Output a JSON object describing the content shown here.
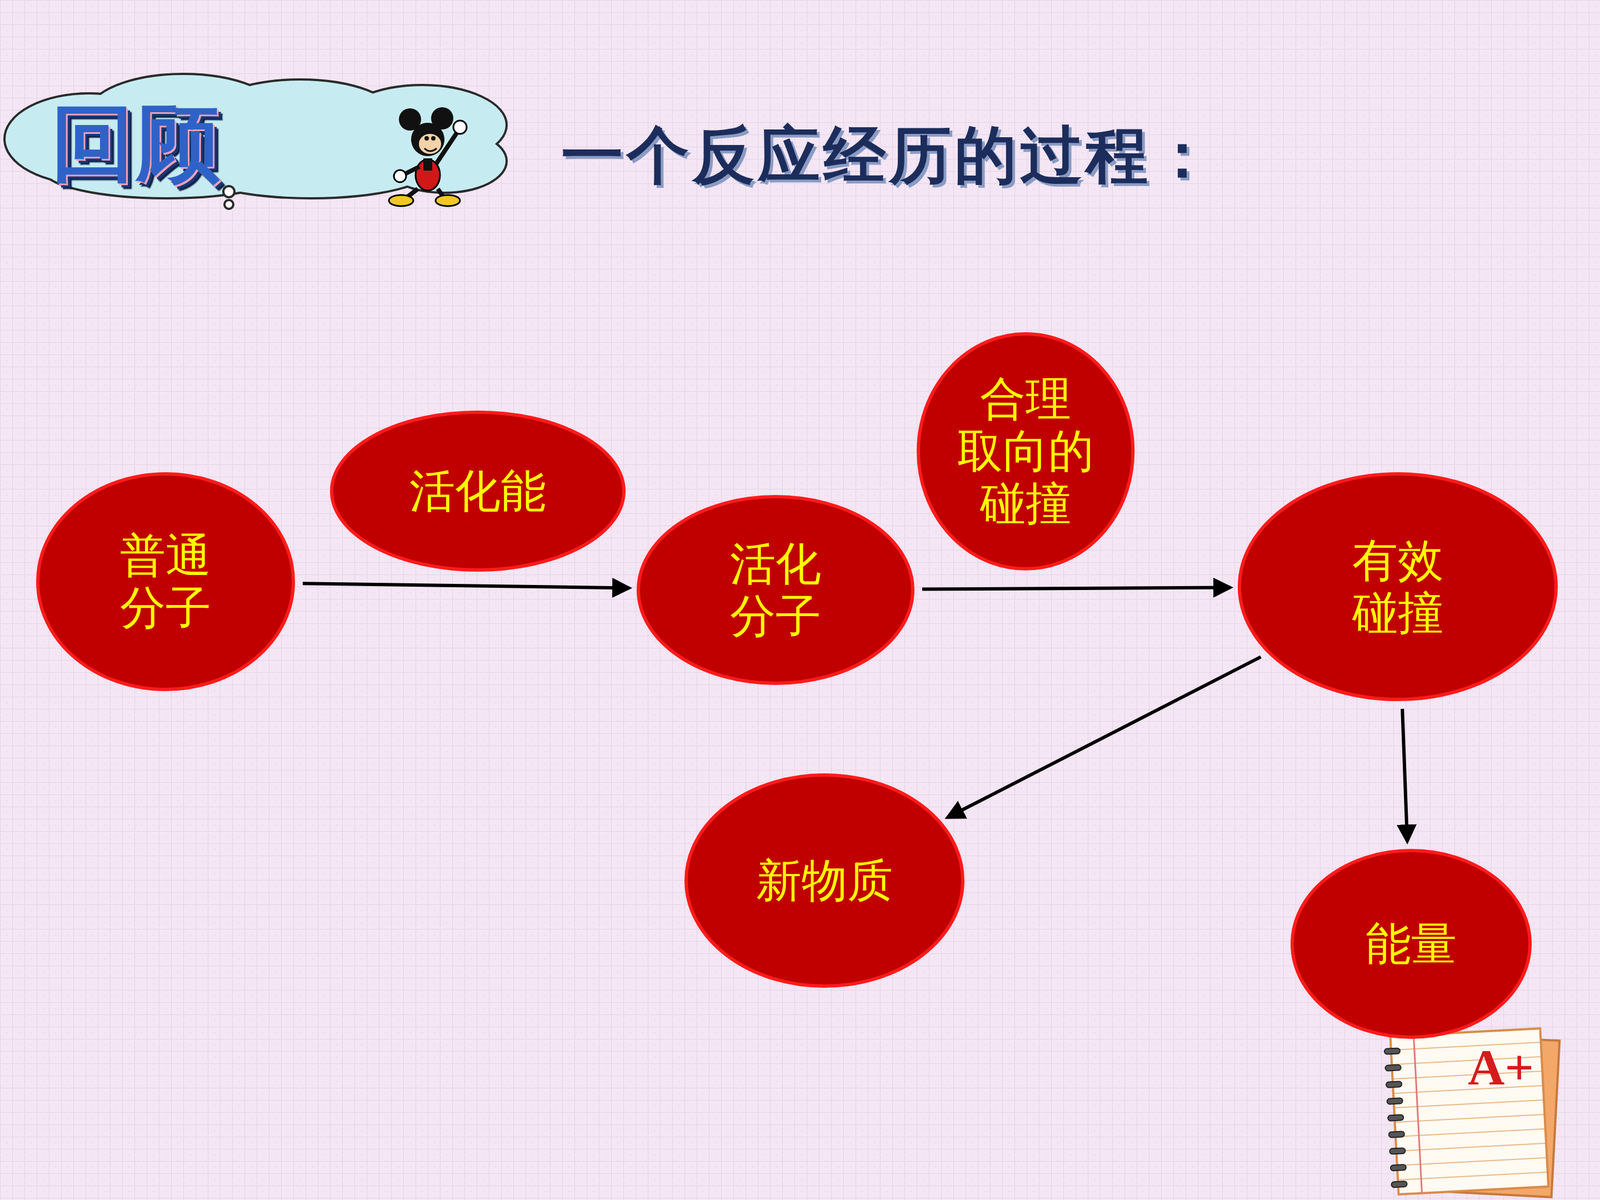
{
  "diagram": {
    "title": "一个反应经历的过程：",
    "nodes": [
      {
        "text": [
          "普通 分子"
        ]
      },
      {
        "text": [
          "活化能"
        ]
      },
      {
        "text": [
          "活化 分子"
        ]
      },
      {
        "text": [
          "合理 取向的 碰撞"
        ]
      },
      {
        "text": [
          "有效 碰撞"
        ]
      },
      {
        "text": [
          "新物质"
        ]
      },
      {
        "text": [
          "能量"
        ]
      }
    ],
    "edges": [
      {
        "from": 0,
        "to": 2,
        "arrow": "to"
      },
      {
        "from": 2,
        "to": 4,
        "arrow": "to"
      },
      {
        "from": 4,
        "to": 5,
        "arrow": "to"
      },
      {
        "from": 4,
        "to": 6,
        "arrow": "to"
      }
    ],
    "labels": [
      "回顾",
      "A+"
    ]
  }
}
